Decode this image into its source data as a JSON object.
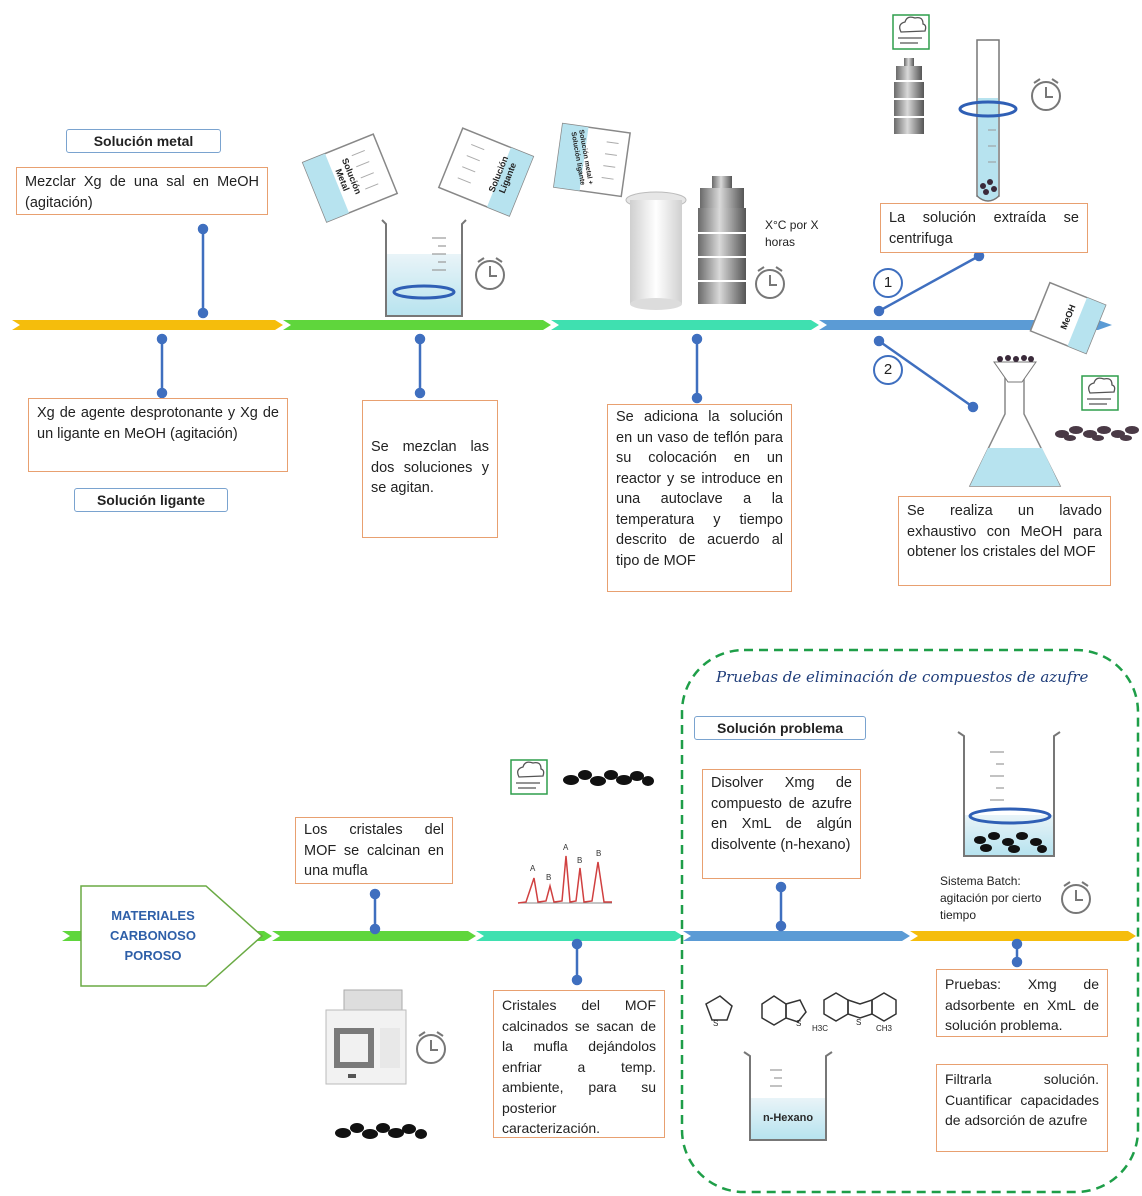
{
  "top": {
    "metal_label": "Solución metal",
    "ligand_label": "Solución ligante",
    "step1_text": "Mezclar Xg de una sal en MeOH (agitación)",
    "step2_text": "Xg de agente desprotonante y Xg de un ligante en MeOH (agitación)",
    "step3_text": "Se mezclan las dos soluciones y se agitan.",
    "step4_text": "Se adiciona la solución en un vaso de teflón para su colocación en un reactor y se introduce en una autoclave a la temperatura y tiempo descrito de acuerdo al tipo de MOF",
    "reactor_cond": "X°C por X horas",
    "beaker_metal": "Solución Metal",
    "beaker_ligand": "Solución Ligante",
    "beaker_mix": "Solución metal + Solución ligante",
    "route1": "1",
    "route2": "2",
    "centrifuge_text": "La solución extraída se centrifuga",
    "wash_text": "Se realiza un lavado exhaustivo con MeOH para obtener los cristales del MOF",
    "meoh_label": "MeOH"
  },
  "bottom": {
    "start_label": "MATERIALES CARBONOSO POROSO",
    "calcine_text": "Los cristales del MOF se calcinan en una mufla",
    "cool_text": "Cristales del MOF calcinados se sacan de la mufla dejándolos enfriar a temp. ambiente, para su posterior caracterización.",
    "xrd_peaks": [
      "A",
      "B",
      "A",
      "B",
      "B"
    ],
    "sulfur_title": "Pruebas de eliminación de compuestos de azufre",
    "problem_label": "Solución problema",
    "dissolve_text": "Disolver Xmg de compuesto de azufre en XmL de algún disolvente (n-hexano)",
    "hexane_label": "n-Hexano",
    "batch_text": "Sistema Batch: agitación por cierto tiempo",
    "tests_text": "Pruebas: Xmg de adsorbente en XmL de solución problema.",
    "filter_text": "Filtrarla solución. Cuantificar capacidades de adsorción de azufre",
    "mol_labels": [
      "S",
      "S",
      "H3C",
      "S",
      "CH3"
    ]
  },
  "colors": {
    "yellow": "#f5bd0c",
    "green": "#5fd63c",
    "teal": "#3fe0b0",
    "blue": "#5b9bd5",
    "connector": "#3f6fbf",
    "box_border": "#e8a070",
    "dashed": "#1e9e48"
  }
}
